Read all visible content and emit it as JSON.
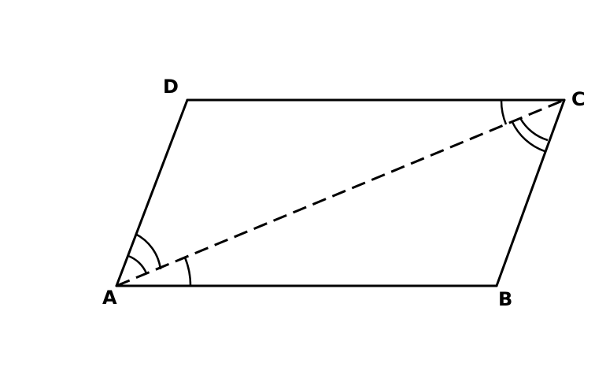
{
  "diagram": {
    "vertices": {
      "A": "A",
      "B": "B",
      "C": "C",
      "D": "D"
    }
  }
}
